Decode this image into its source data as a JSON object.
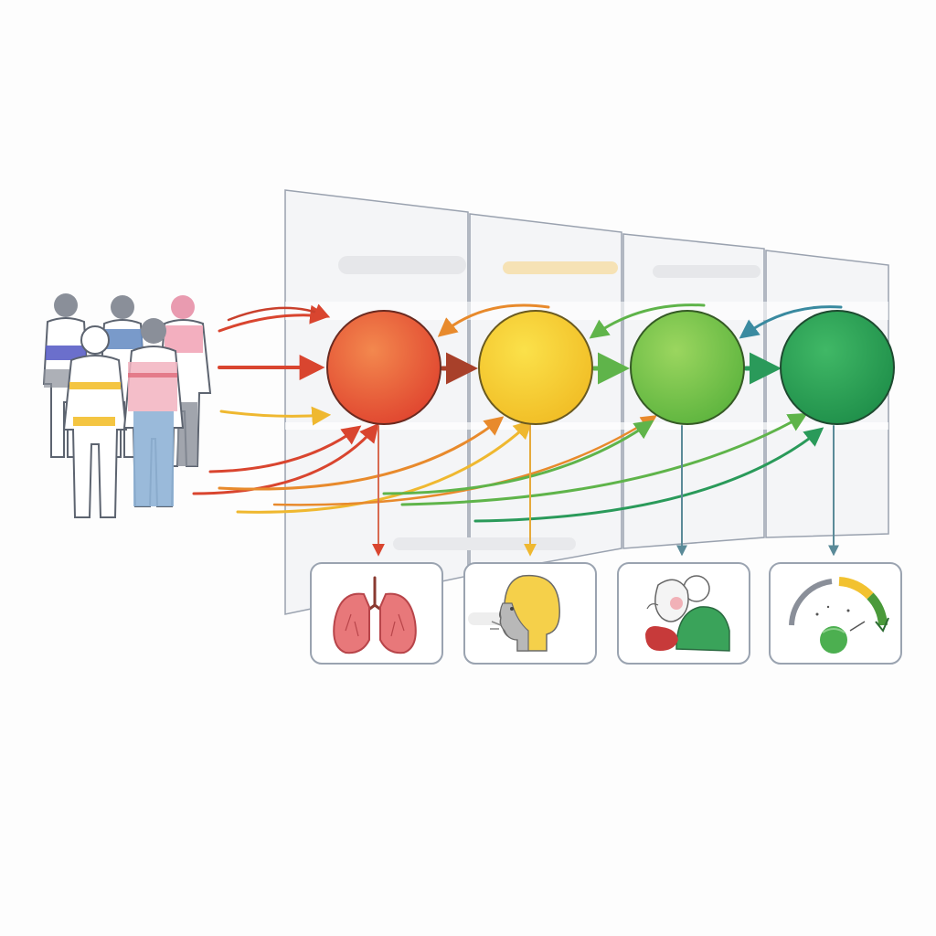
{
  "colors": {
    "stage_1": "#e8553a",
    "stage_2": "#f2c230",
    "stage_3": "#6cbd45",
    "stage_4": "#27a257",
    "panel_line": "#8a94a6",
    "card_border": "#9aa3b0"
  },
  "people": [
    {
      "shirt": "#5b5fc7",
      "role": "person-back-left"
    },
    {
      "shirt": "#6a8fc4",
      "role": "person-back-middle"
    },
    {
      "shirt": "#e99bb0",
      "role": "person-back-right"
    },
    {
      "shirt": "#f4c542",
      "role": "person-front-left"
    },
    {
      "shirt": "#f2a6b3",
      "role": "person-front-right"
    }
  ],
  "stages": [
    {
      "name": "stage-1",
      "color": "#e8553a",
      "highlight": "#f3884e",
      "outcome_icon": "lungs-icon"
    },
    {
      "name": "stage-2",
      "color": "#f2c230",
      "highlight": "#f9dc3c",
      "outcome_icon": "head-profile-icon"
    },
    {
      "name": "stage-3",
      "color": "#6cbd45",
      "highlight": "#93d25a",
      "outcome_icon": "caregiver-icon"
    },
    {
      "name": "stage-4",
      "color": "#27a257",
      "highlight": "#3fb866",
      "outcome_icon": "gauge-icon"
    }
  ]
}
